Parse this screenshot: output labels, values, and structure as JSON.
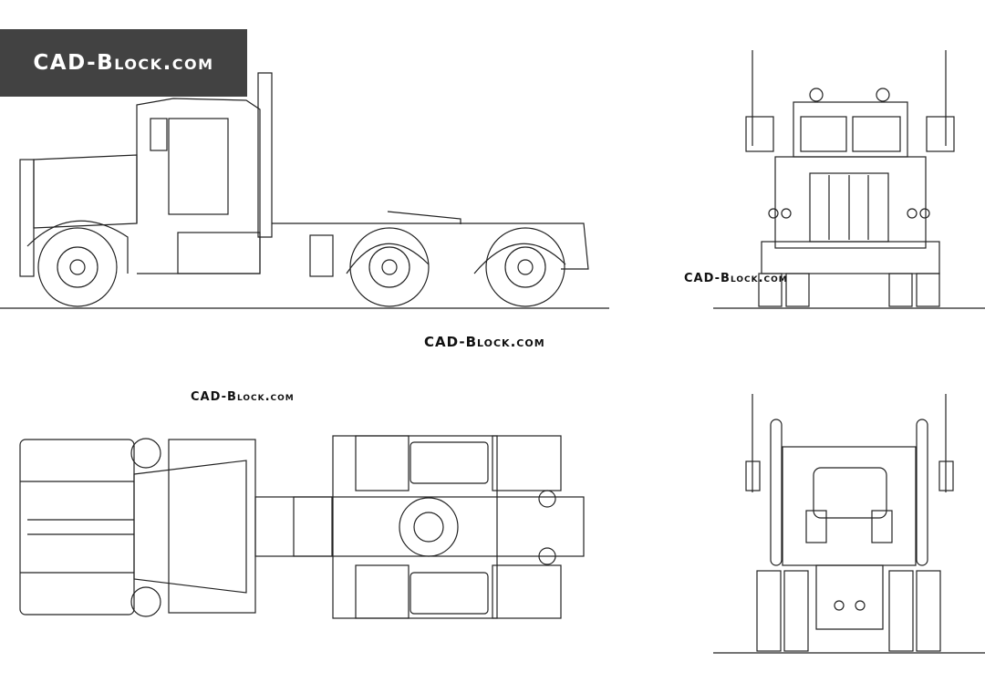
{
  "logo": {
    "text": "CAD-Block.com"
  },
  "watermarks": [
    "CAD-Block.com",
    "CAD-Block.com",
    "CAD-Block.com"
  ],
  "views": [
    "side-view",
    "front-view",
    "top-view",
    "rear-view"
  ]
}
